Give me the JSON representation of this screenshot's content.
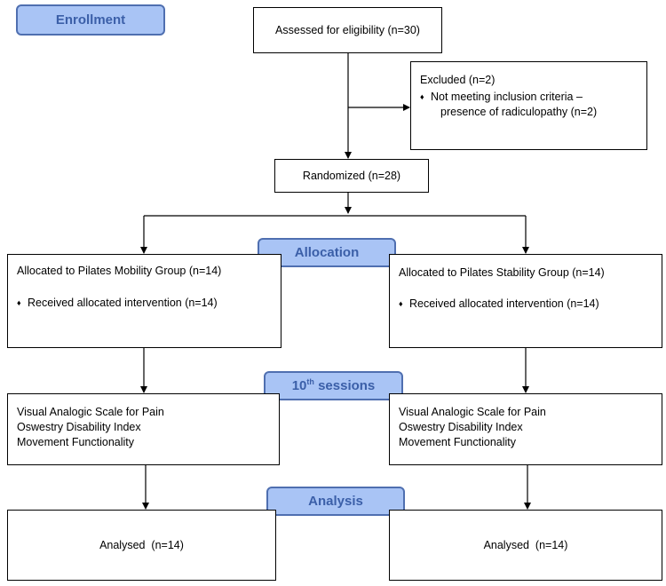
{
  "phases": {
    "enrollment": "Enrollment",
    "allocation": "Allocation",
    "sessions_number": "10",
    "sessions_sup": "th",
    "sessions_label": " sessions",
    "analysis": "Analysis"
  },
  "assessed": "Assessed for eligibility (n=30)",
  "excluded": {
    "title": "Excluded  (n=2)",
    "bullet_line1": "Not meeting inclusion criteria –",
    "bullet_line2": "presence of radiculopathy (n=2)"
  },
  "randomized": "Randomized (n=28)",
  "groups": [
    {
      "allocated": "Allocated to Pilates Mobility Group (n=14)",
      "received": "Received allocated intervention (n=14)",
      "outcomes": [
        "Visual Analogic Scale for Pain",
        "Oswestry Disability Index",
        "Movement Functionality"
      ],
      "analysed": "Analysed  (n=14)"
    },
    {
      "allocated": "Allocated to Pilates Stability Group (n=14)",
      "received": "Received allocated intervention (n=14)",
      "outcomes": [
        "Visual Analogic Scale for Pain",
        "Oswestry Disability Index",
        "Movement Functionality"
      ],
      "analysed": "Analysed  (n=14)"
    }
  ],
  "bullet_symbol": "♦"
}
